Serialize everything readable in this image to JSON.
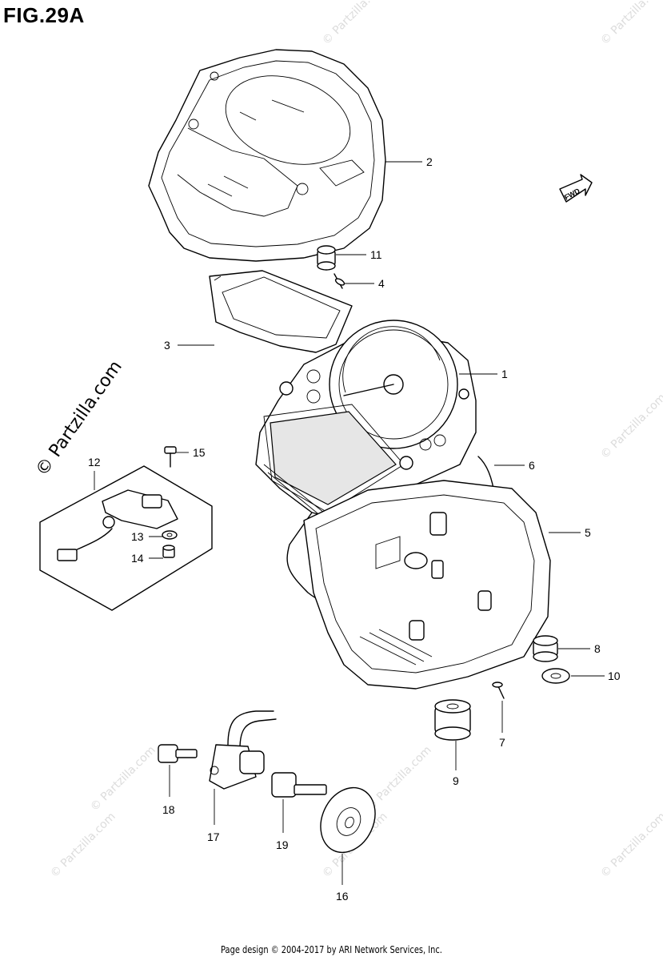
{
  "figure": {
    "title": "FIG.29A"
  },
  "callouts": [
    "1",
    "2",
    "3",
    "4",
    "5",
    "6",
    "7",
    "8",
    "9",
    "10",
    "11",
    "12",
    "13",
    "14",
    "15",
    "16",
    "17",
    "18",
    "19"
  ],
  "fwd_label": "FWD",
  "watermark": {
    "main": "© Partzilla.com",
    "small": "© Partzilla.com"
  },
  "footer": {
    "text": "Page design © 2004-2017 by ARI Network Services, Inc."
  }
}
